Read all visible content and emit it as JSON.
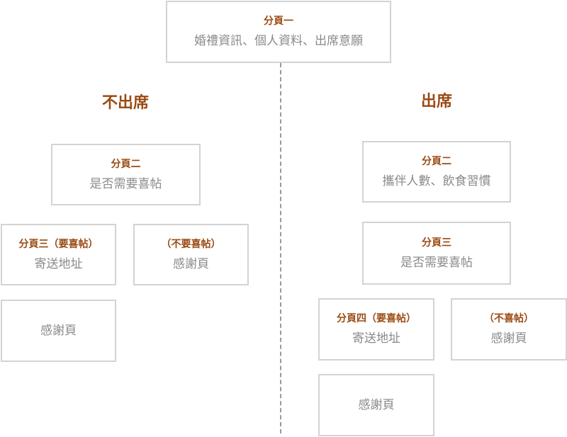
{
  "root": {
    "title": "分頁一",
    "text": "婚禮資訊、個人資料、出席意願"
  },
  "left": {
    "heading": "不出席",
    "page2": {
      "title": "分頁二",
      "text": "是否需要喜帖"
    },
    "page3_want": {
      "title": "分頁三（要喜帖）",
      "text": "寄送地址"
    },
    "no_invite": {
      "title": "（不要喜帖）",
      "text": "感謝頁"
    },
    "thanks": {
      "text": "感謝頁"
    }
  },
  "right": {
    "heading": "出席",
    "page2": {
      "title": "分頁二",
      "text": "攜伴人數、飲食習慣"
    },
    "page3": {
      "title": "分頁三",
      "text": "是否需要喜帖"
    },
    "page4_want": {
      "title": "分頁四（要喜帖）",
      "text": "寄送地址"
    },
    "no_invite": {
      "title": "（不喜帖）",
      "text": "感謝頁"
    },
    "thanks": {
      "text": "感謝頁"
    }
  }
}
